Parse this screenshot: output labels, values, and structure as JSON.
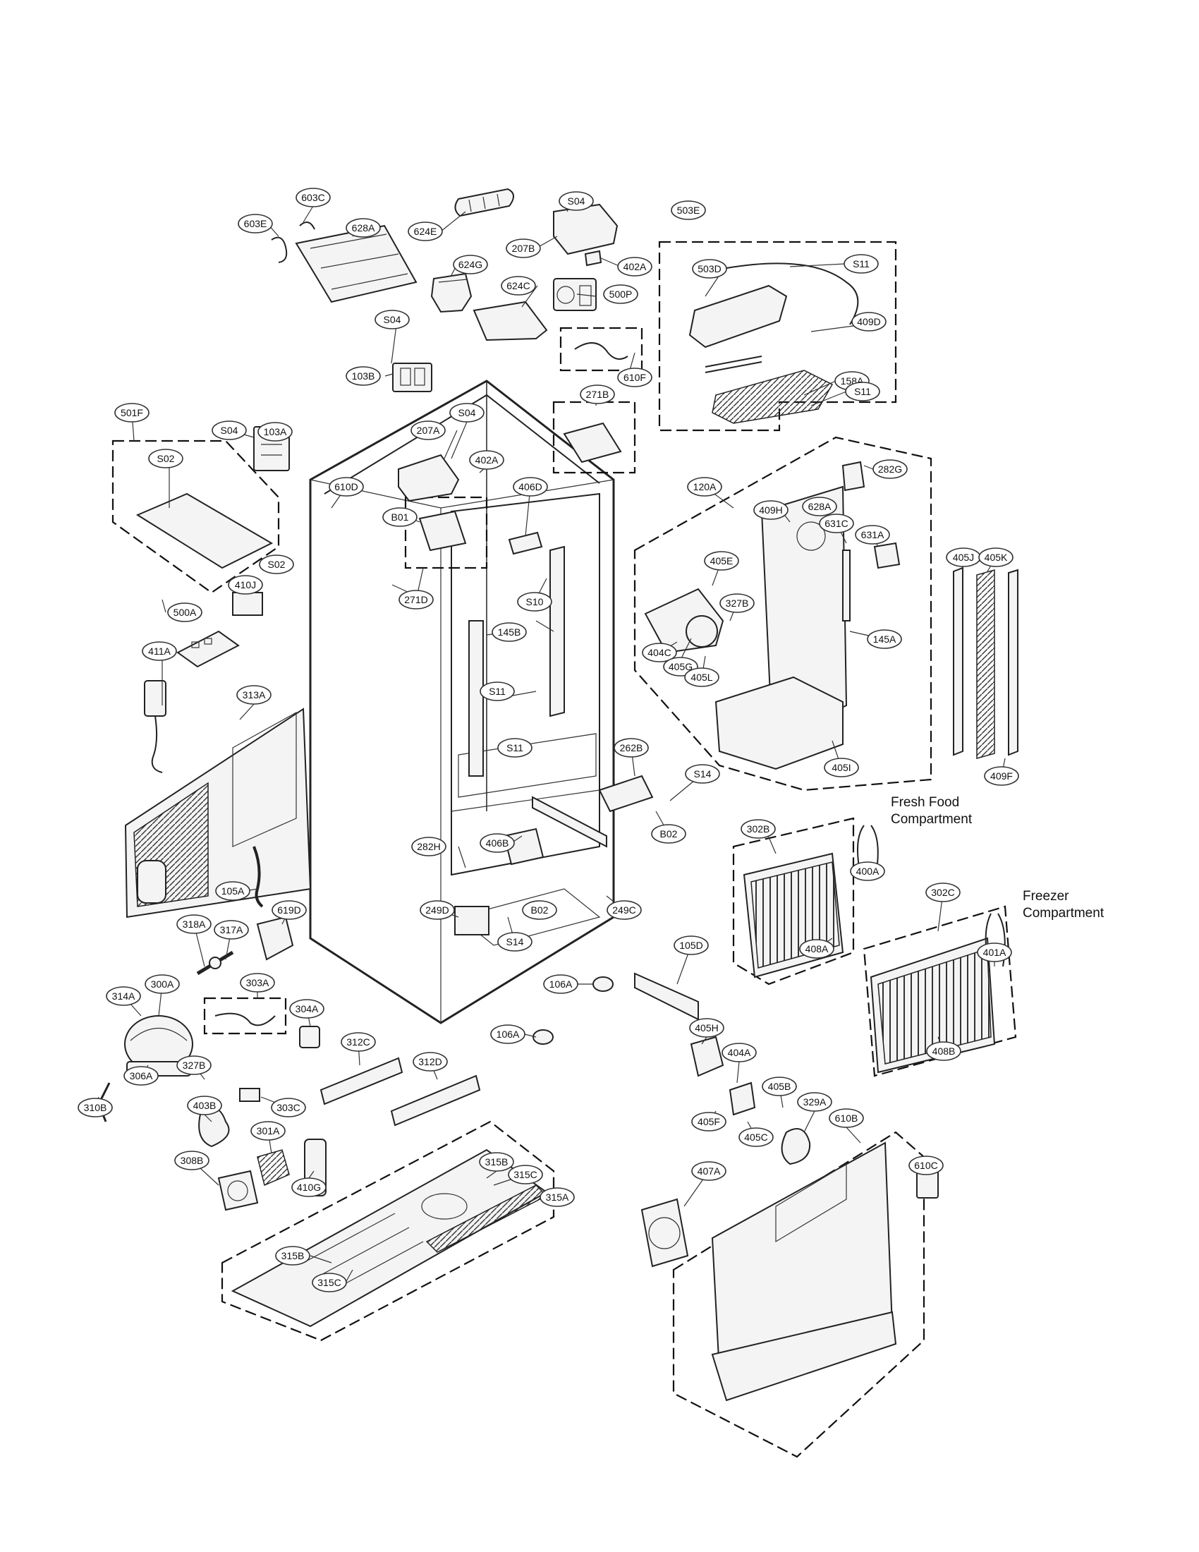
{
  "annotations": {
    "fresh_food_line1": "Fresh Food",
    "fresh_food_line2": "Compartment",
    "freezer_line1": "Freezer",
    "freezer_line2": "Compartment"
  },
  "callouts": [
    "603E",
    "603C",
    "628A",
    "624E",
    "S04",
    "207B",
    "402A",
    "503E",
    "S11",
    "503D",
    "624G",
    "624C",
    "500P",
    "409D",
    "158A",
    "S11",
    "S04",
    "610F",
    "103B",
    "271B",
    "501F",
    "S04",
    "103A",
    "S04",
    "207A",
    "402A",
    "406D",
    "S02",
    "610D",
    "B01",
    "120A",
    "282G",
    "409H",
    "628A",
    "631C",
    "631A",
    "405J",
    "405K",
    "271D",
    "410J",
    "S02",
    "405E",
    "327B",
    "S10",
    "500A",
    "145B",
    "404C",
    "405G",
    "405L",
    "145A",
    "411A",
    "313A",
    "S11",
    "S11",
    "405I",
    "409F",
    "262B",
    "S14",
    "B02",
    "406B",
    "302B",
    "400A",
    "282H",
    "105A",
    "249D",
    "B02",
    "249C",
    "S14",
    "302C",
    "401A",
    "318A",
    "317A",
    "619D",
    "408A",
    "105D",
    "106A",
    "303A",
    "314A",
    "300A",
    "304A",
    "106A",
    "312C",
    "312D",
    "408B",
    "327B",
    "306A",
    "310B",
    "405H",
    "404A",
    "405B",
    "329A",
    "405F",
    "405C",
    "303C",
    "403B",
    "301A",
    "610B",
    "308B",
    "410G",
    "315B",
    "315C",
    "315A",
    "407A",
    "610C",
    "315B",
    "315C"
  ]
}
